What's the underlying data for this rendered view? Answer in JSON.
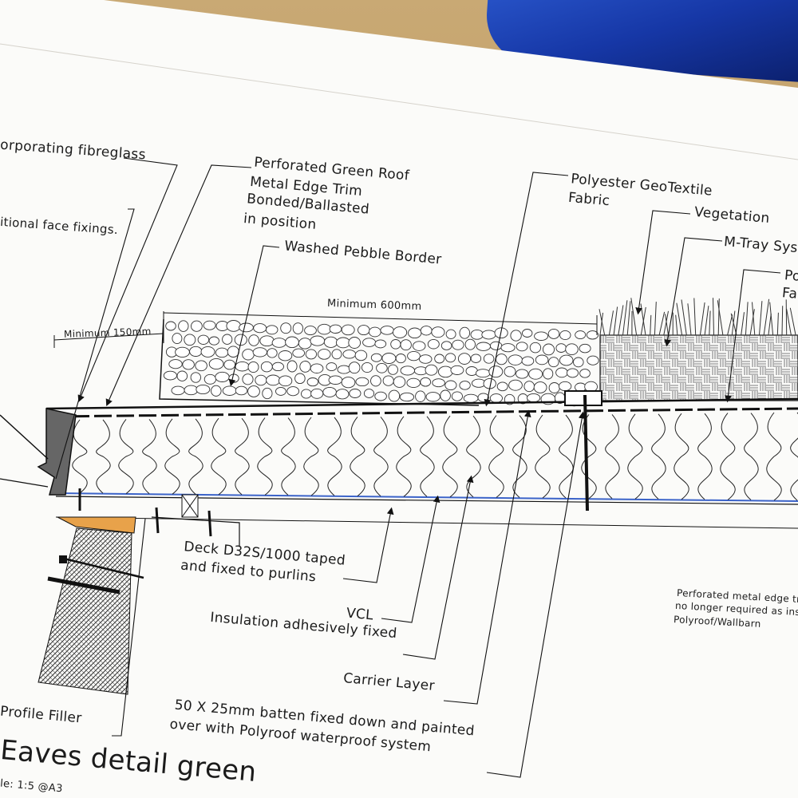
{
  "labels": {
    "fibreglass": "orporating fibreglass",
    "face_fixings": "itional face fixings.",
    "edge_trim_1": "Perforated Green Roof",
    "edge_trim_2": "Metal Edge Trim",
    "edge_trim_3": "Bonded/Ballasted",
    "edge_trim_4": "in position",
    "pebble_border": "Washed Pebble Border",
    "min_600": "Minimum 600mm",
    "min_150": "Minimum 150mm",
    "geotextile_1": "Polyester GeoTextile",
    "geotextile_2": "Fabric",
    "vegetation": "Vegetation",
    "mtray": "M-Tray Sys",
    "po_1": "Po",
    "po_2": "Fa",
    "deck_1": "Deck D32S/1000 taped",
    "deck_2": "and fixed to purlins",
    "vcl": "VCL",
    "insulation": "Insulation adhesively fixed",
    "carrier": "Carrier Layer",
    "batten_1": "50 X 25mm batten fixed down and painted",
    "batten_2": "over with Polyroof waterproof system",
    "profile_filler": "Profile Filler",
    "note_1": "Perforated metal edge tr",
    "note_2": "no longer required as ins",
    "note_3": "Polyroof/Wallbarn",
    "title": "Eaves detail green",
    "scale": "le: 1:5 @A3"
  },
  "colors": {
    "paper": "#fbfbf9",
    "ink": "#1b1b1b",
    "blue_object": "#1a3fb0",
    "timber": "#e8a24a",
    "deck_blue": "#3b63c9"
  }
}
